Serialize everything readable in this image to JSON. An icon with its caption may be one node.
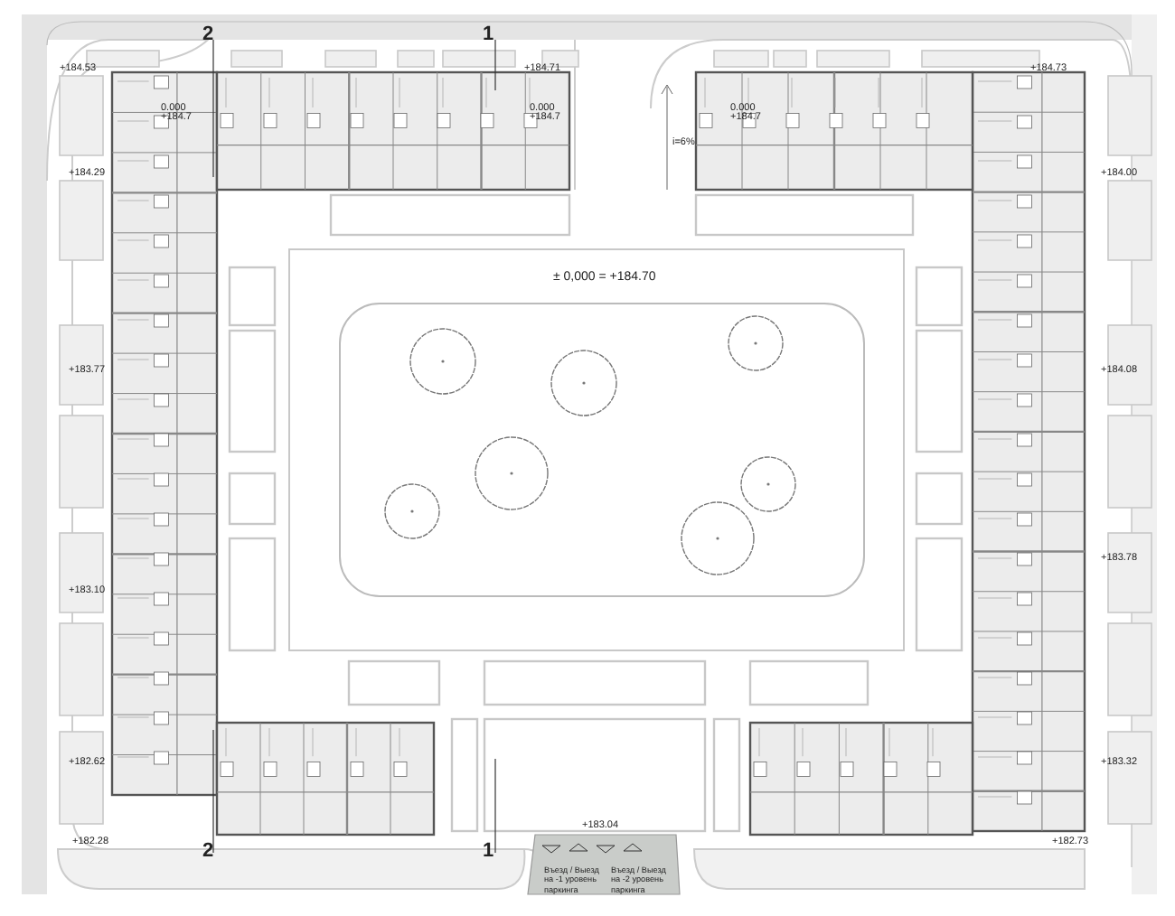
{
  "diagram": {
    "labels": [
      "+184.53",
      "+184.71",
      "+184.73",
      "2",
      "1",
      "0.000",
      "+184.7",
      "0.000",
      "+184.7",
      "0.000",
      "+184.7",
      "i=6%",
      "+184.29",
      "+184.00",
      "± 0,000 = +184.70",
      "+183.77",
      "+184.08",
      "+183.10",
      "+183.78",
      "+182.62",
      "+183.32",
      "+183.04",
      "+182.28",
      "+182.73",
      "2",
      "1",
      "Въезд / Выезд на -1 уровень паркинга",
      "Въезд / Выезд на -2 уровень паркинга"
    ]
  }
}
